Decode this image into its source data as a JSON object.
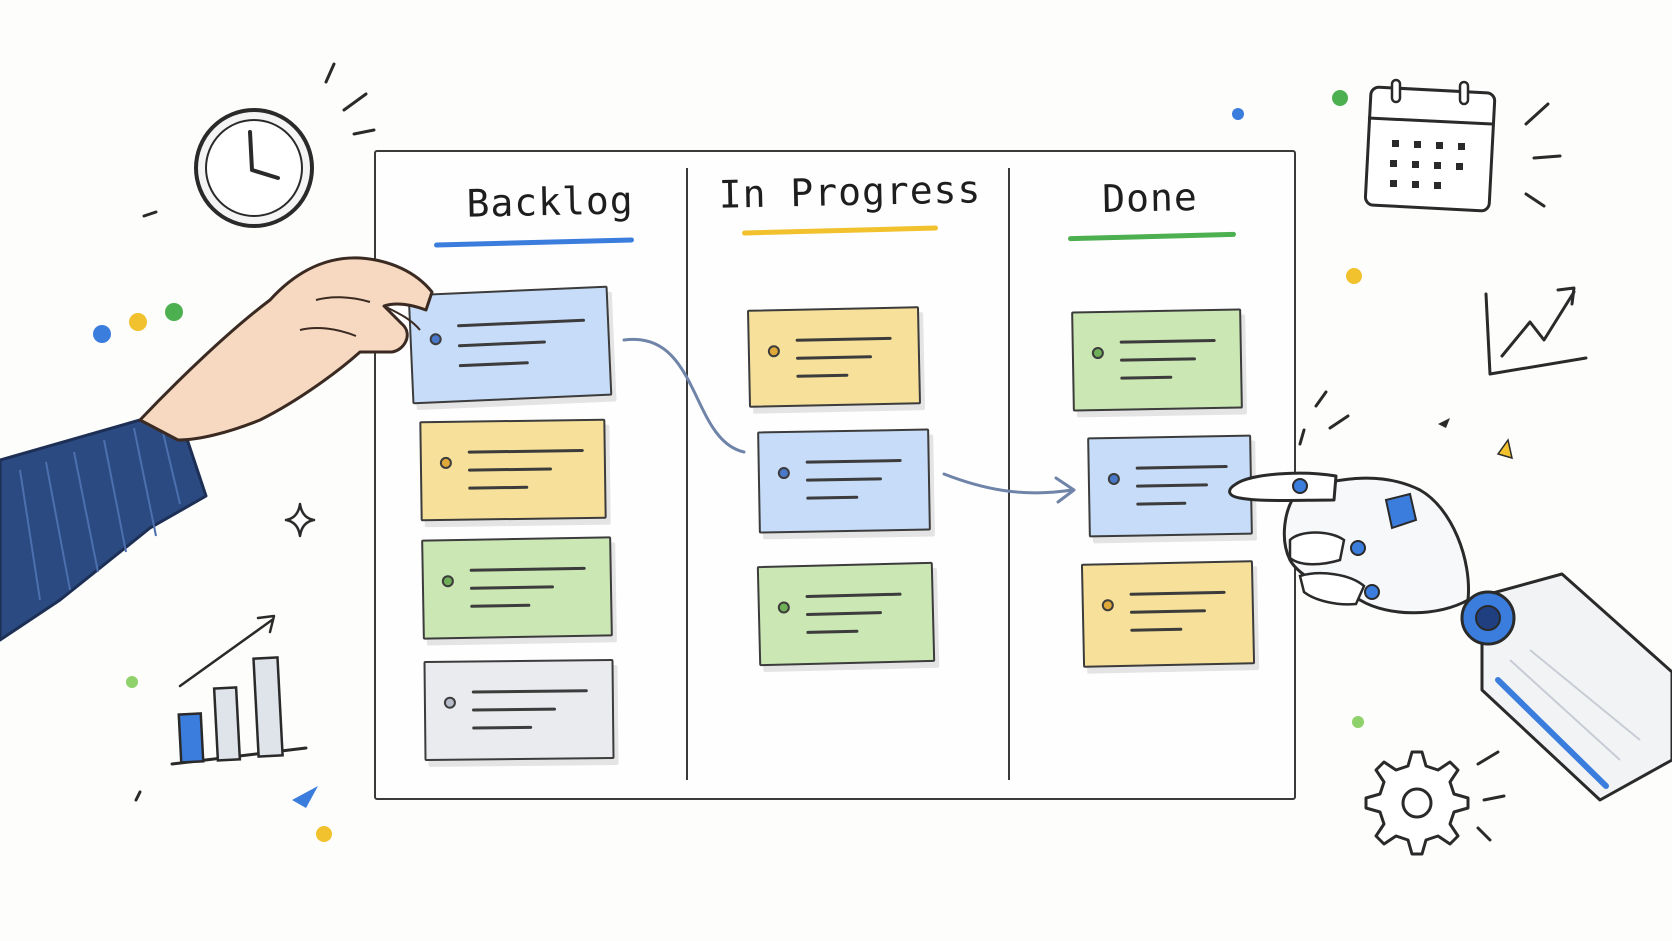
{
  "board": {
    "columns": [
      {
        "title": "Backlog",
        "accent": "#3b7ddd",
        "cards": [
          "blue",
          "yellow",
          "green",
          "gray"
        ]
      },
      {
        "title": "In Progress",
        "accent": "#f2c12e",
        "cards": [
          "yellow",
          "blue",
          "green"
        ]
      },
      {
        "title": "Done",
        "accent": "#4caf50",
        "cards": [
          "green",
          "blue",
          "yellow"
        ]
      }
    ]
  },
  "palette": {
    "blue": "#3b7ddd",
    "yellow": "#f2c12e",
    "green": "#4caf50",
    "sleeve": "#2b4a82",
    "ink": "#2a2a2a"
  },
  "decorations": [
    "clock-icon",
    "calendar-icon",
    "bar-chart-icon",
    "line-chart-icon",
    "gear-icon",
    "sparkle-icon",
    "human-hand",
    "robot-hand"
  ]
}
